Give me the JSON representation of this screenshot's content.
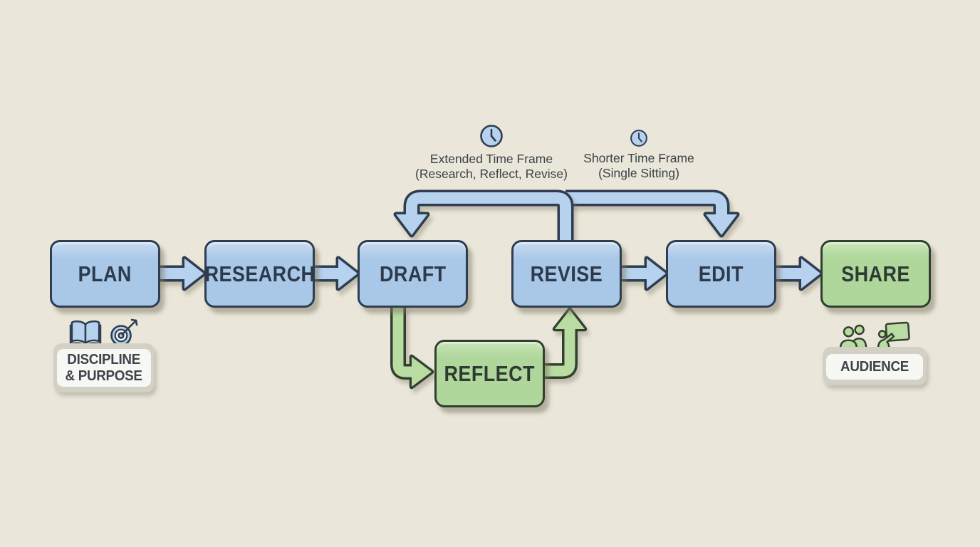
{
  "colors": {
    "background": "#EAE7DA",
    "outlineBlue": "#2E3D50",
    "outlineGreen": "#31402F",
    "boxBlue": "#A9C8E8",
    "boxBlueLight": "#C9DCF1",
    "boxGreen": "#AFD69B",
    "boxGreenLight": "#C9E5B6",
    "arrowBlue": "#B7D2EE",
    "arrowGreen": "#B8DCA2",
    "textBlueBox": "#2C3A4C",
    "textGreenBox": "#2E3B33",
    "labelText": "#3F444B",
    "labelBg": "#F7F7F4",
    "labelPlate": "#D3D0C6",
    "annotationText": "#3C4145"
  },
  "stages": [
    {
      "id": "plan",
      "label": "PLAN",
      "color": "blue"
    },
    {
      "id": "research",
      "label": "RESEARCH",
      "color": "blue"
    },
    {
      "id": "draft",
      "label": "DRAFT",
      "color": "blue"
    },
    {
      "id": "revise",
      "label": "REVISE",
      "color": "blue"
    },
    {
      "id": "edit",
      "label": "EDIT",
      "color": "blue"
    },
    {
      "id": "share",
      "label": "SHARE",
      "color": "green"
    }
  ],
  "reflect": {
    "label": "REFLECT",
    "color": "green"
  },
  "annotations": {
    "extended": {
      "icon": "clock-icon",
      "line1": "Extended Time Frame",
      "line2": "(Research, Reflect, Revise)"
    },
    "shorter": {
      "icon": "clock-icon",
      "line1": "Shorter Time Frame",
      "line2": "(Single Sitting)"
    }
  },
  "tags": {
    "discipline": {
      "line1": "DISCIPLINE",
      "line2": "& PURPOSE",
      "icons": [
        "open-book-icon",
        "target-icon"
      ]
    },
    "audience": {
      "label": "AUDIENCE",
      "icons": [
        "people-icon",
        "presenter-board-icon"
      ]
    }
  }
}
